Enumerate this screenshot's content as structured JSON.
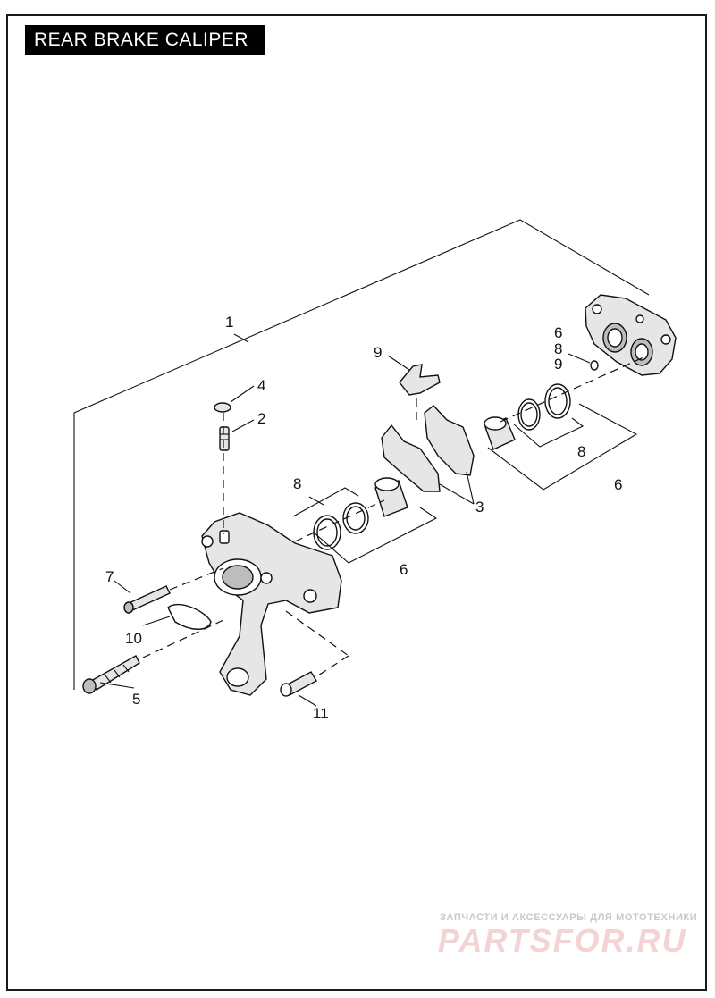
{
  "title": "REAR BRAKE CALIPER",
  "callouts": {
    "c1": "1",
    "c2": "2",
    "c3": "3",
    "c4": "4",
    "c5": "5",
    "c6a": "6",
    "c6b": "6",
    "c6c": "6",
    "c7": "7",
    "c8a": "8",
    "c8b": "8",
    "c8c": "8",
    "c9a": "9",
    "c9b": "9",
    "c10": "10",
    "c11": "11"
  },
  "watermark": {
    "tagline": "ЗАПЧАСТИ И АКСЕССУАРЫ ДЛЯ МОТОТЕХНИКИ",
    "brand": "PARTSFOR.RU"
  }
}
